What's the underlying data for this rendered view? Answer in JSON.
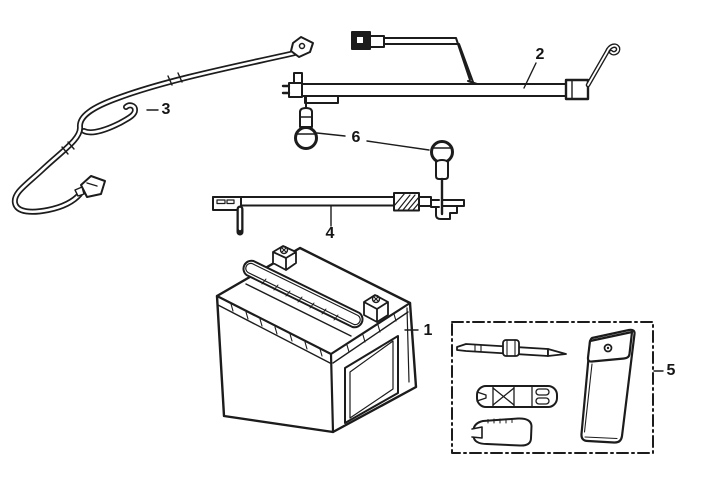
{
  "diagram": {
    "type": "exploded-parts-diagram",
    "background_color": "#ffffff",
    "line_color": "#1c1c1c",
    "callouts": [
      {
        "number": "1",
        "part": "battery"
      },
      {
        "number": "2",
        "part": "wire-harness"
      },
      {
        "number": "3",
        "part": "battery-cable"
      },
      {
        "number": "4",
        "part": "pivot-rod"
      },
      {
        "number": "5",
        "part": "tool-kit"
      },
      {
        "number": "6",
        "part": "bulbs"
      }
    ]
  }
}
